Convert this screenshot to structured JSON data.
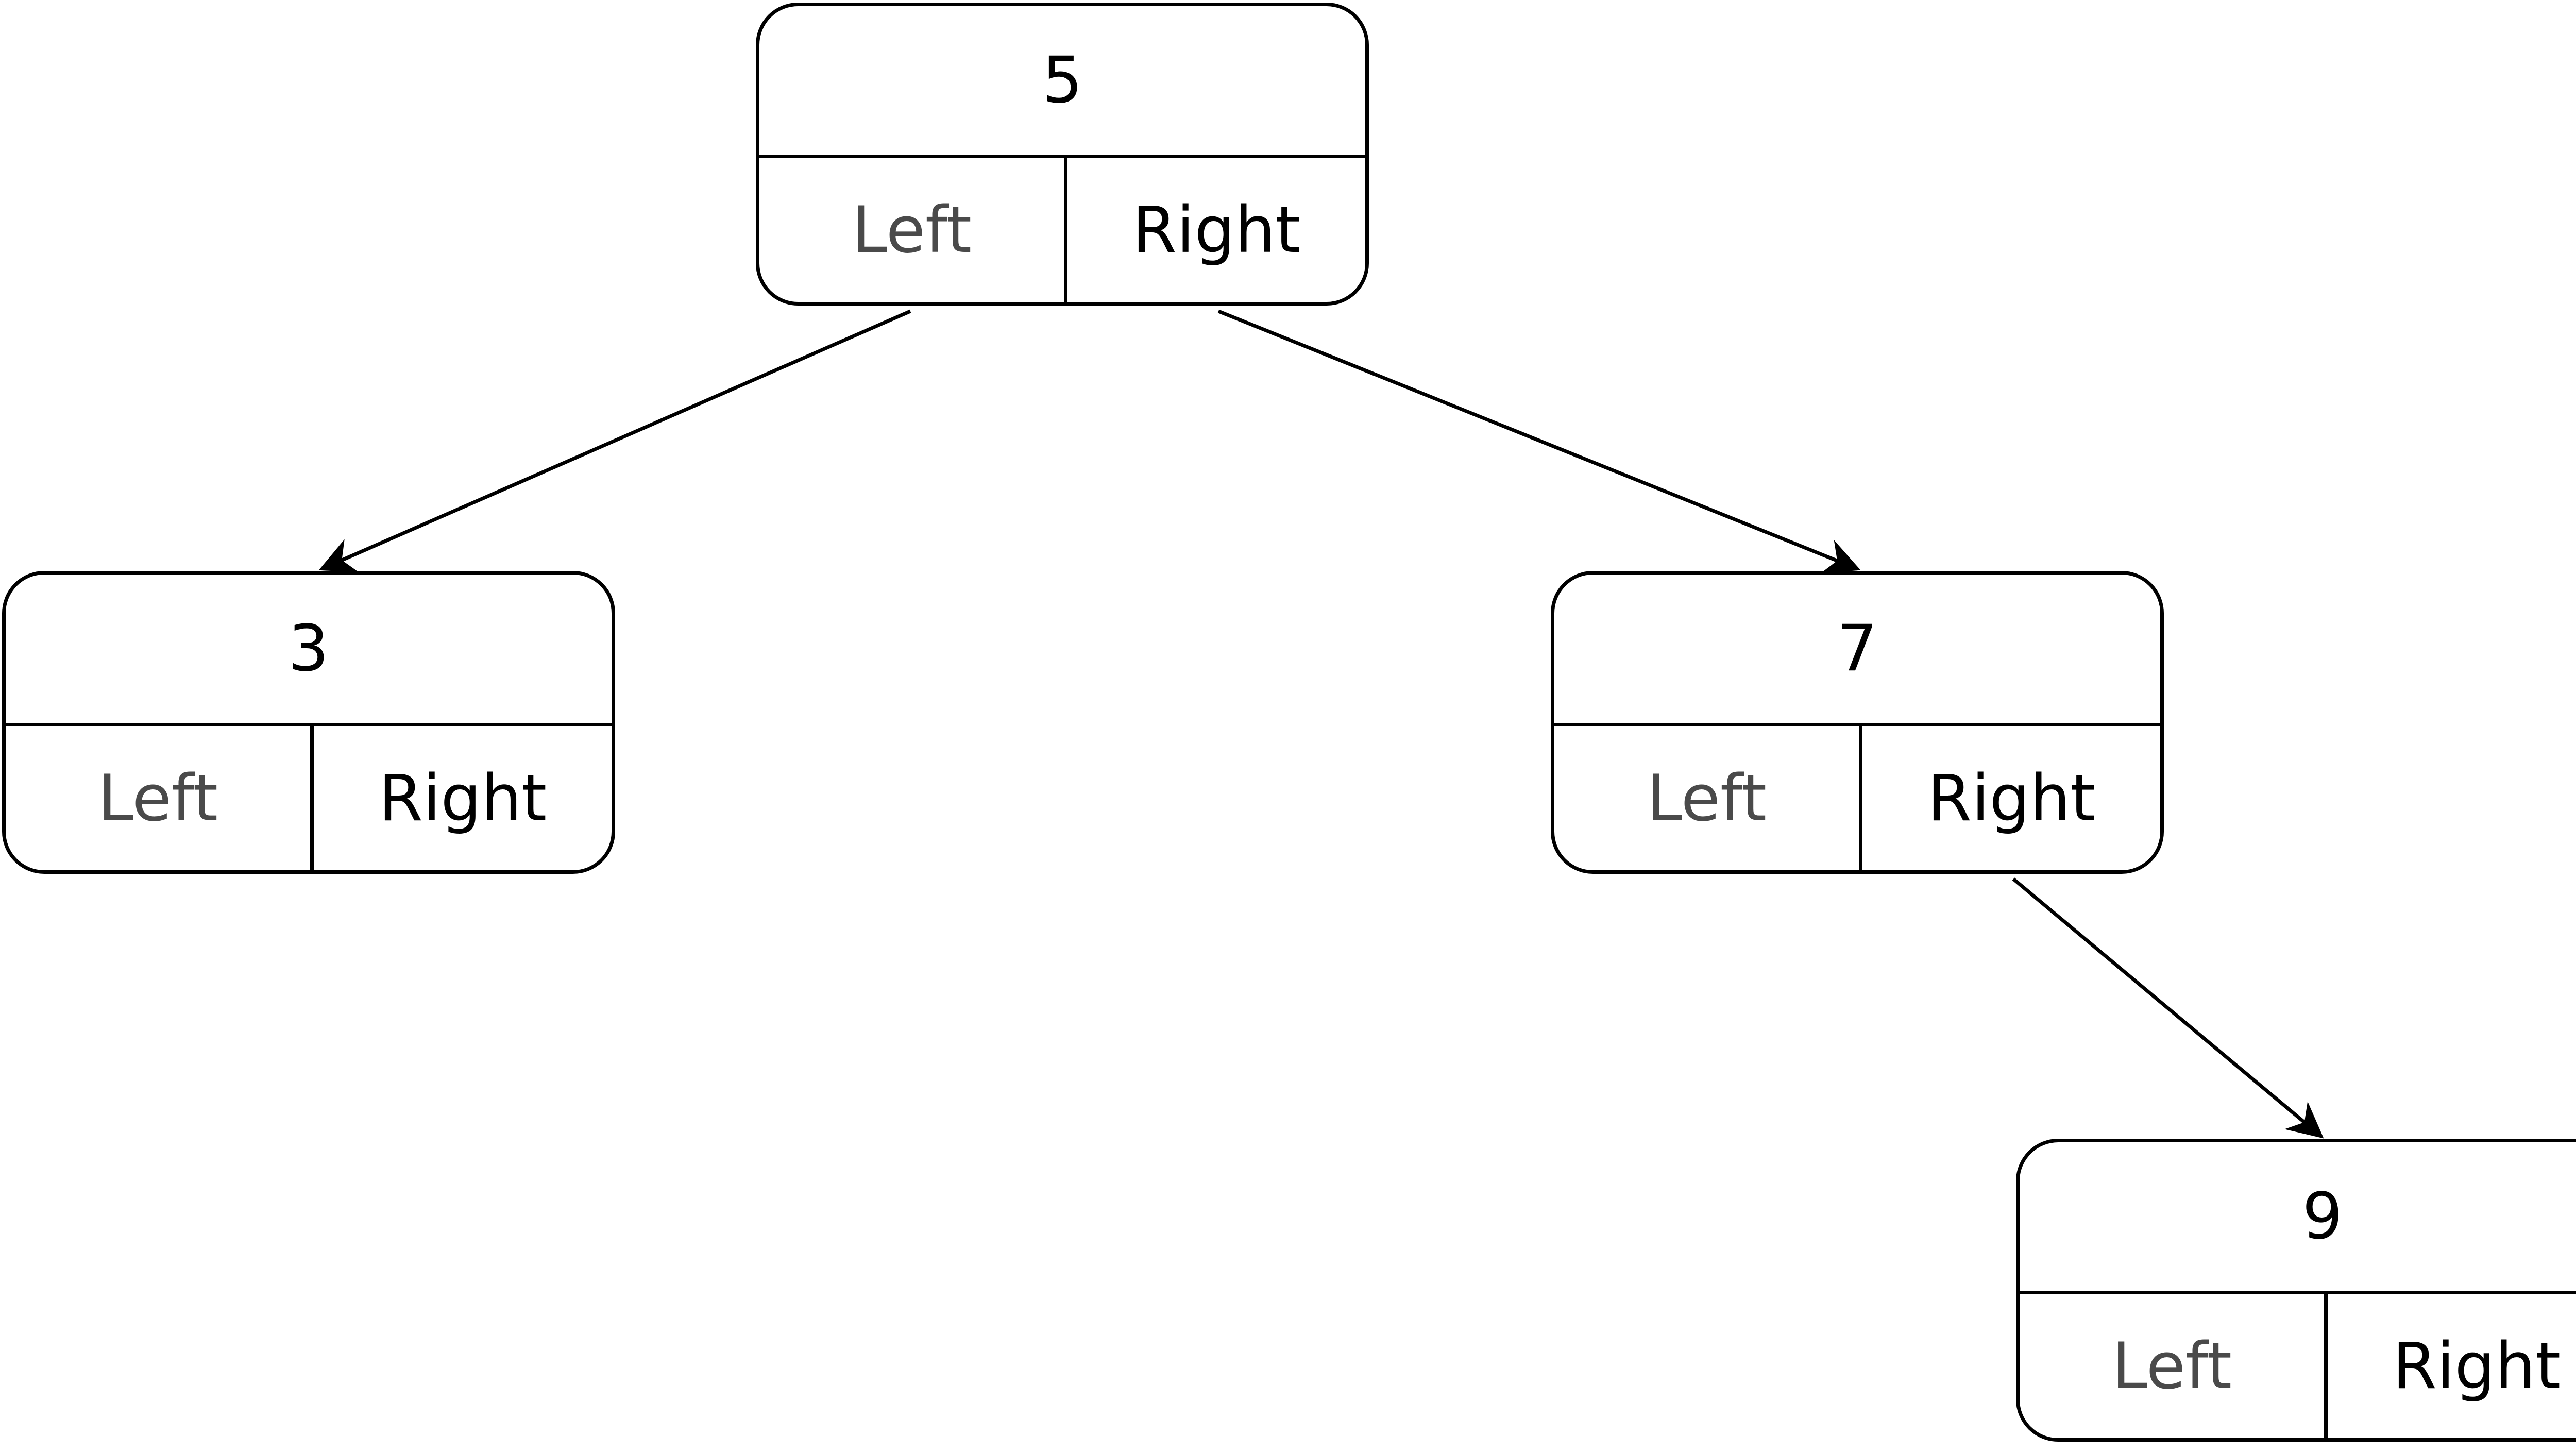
{
  "nodes": [
    {
      "id": "node-5",
      "value": "5",
      "left_label": "Left",
      "right_label": "Right"
    },
    {
      "id": "node-3",
      "value": "3",
      "left_label": "Left",
      "right_label": "Right"
    },
    {
      "id": "node-7",
      "value": "7",
      "left_label": "Left",
      "right_label": "Right"
    },
    {
      "id": "node-9",
      "value": "9",
      "left_label": "Left",
      "right_label": "Right"
    }
  ],
  "edges": [
    {
      "from": "5",
      "pointer": "Left",
      "to": "3"
    },
    {
      "from": "5",
      "pointer": "Right",
      "to": "7"
    },
    {
      "from": "7",
      "pointer": "Right",
      "to": "9"
    }
  ],
  "colors": {
    "stroke": "#000000",
    "background": "#ffffff",
    "left_label_text": "#4a4a4a",
    "right_label_text": "#000000"
  }
}
